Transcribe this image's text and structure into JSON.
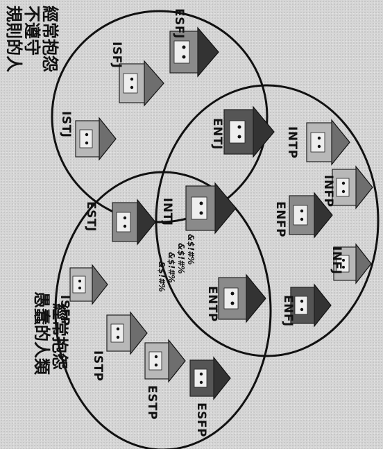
{
  "notes": {
    "top_right_line1": "經常抱怨",
    "top_right_line2": "不遵守",
    "top_right_line3": "規則的人",
    "bottom_left_line1": "經常抱怨",
    "bottom_left_line2": "愚蠢的人類"
  },
  "types": {
    "esfj": "ESFJ",
    "isfj": "ISFJ",
    "istj": "ISTJ",
    "entj": "ENTJ",
    "intp": "INTP",
    "infp": "INFP",
    "enfp": "ENFP",
    "infj": "INFJ",
    "enfj": "ENFJ",
    "entp": "ENTP",
    "intj": "INTJ",
    "estj": "ESTJ",
    "isfp": "ISFP",
    "istp": "ISTP",
    "estp": "ESTP",
    "esfp": "ESFP"
  },
  "intj_curse": [
    "&$!#%",
    "&$!#%",
    "&$!#%",
    "&$!#%"
  ]
}
